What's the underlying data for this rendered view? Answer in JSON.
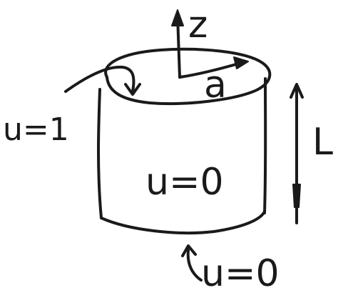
{
  "labels": {
    "z_axis": "z",
    "radius": "a",
    "height": "L",
    "top_condition": "u=1",
    "side_condition": "u=0",
    "bottom_condition": "u=0"
  },
  "colors": {
    "ink": "#1a1a1a",
    "paper": "#ffffff"
  }
}
